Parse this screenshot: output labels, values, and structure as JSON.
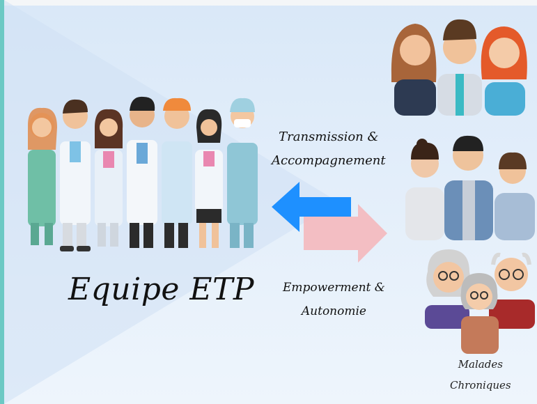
{
  "team": {
    "label": "Equipe ETP",
    "icon": "medical-team-illustration"
  },
  "arrows": {
    "to_patients": {
      "line1": "Transmission &",
      "line2": "Accompagnement",
      "color": "#1e90ff"
    },
    "to_team": {
      "line1": "Empowerment &",
      "line2": "Autonomie",
      "color": "#f4b8bd"
    }
  },
  "patients": {
    "label_line1": "Malades",
    "label_line2": "Chroniques",
    "groups": [
      "young-adults-group-icon",
      "family-group-icon",
      "elderly-group-icon"
    ]
  },
  "colors": {
    "background": "#dfeaf8",
    "accent_border": "#6cc9c4",
    "forward_arrow": "#1e90ff",
    "return_arrow": "#f4b8bd"
  }
}
